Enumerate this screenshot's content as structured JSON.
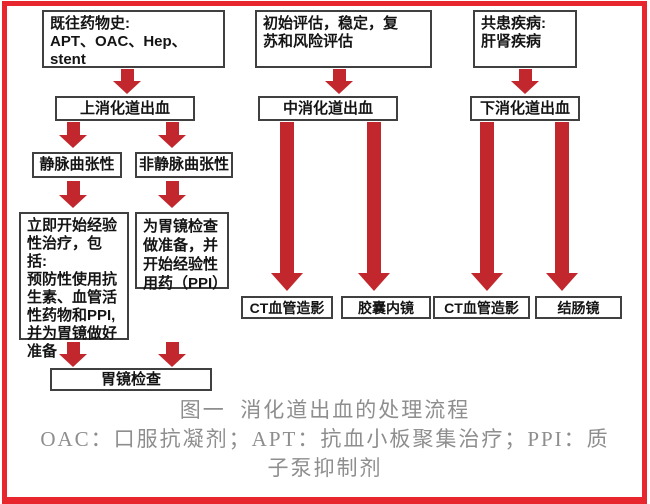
{
  "colors": {
    "arrow_red": "#c1272d",
    "frame_red": "#e8262d",
    "box_border": "#404040",
    "caption_gray": "#8e8e8e"
  },
  "nodes": {
    "history": "既往药物史:\nAPT、OAC、Hep、\nstent",
    "initial_assessment": "初始评估，稳定，复\n苏和风险评估",
    "comorbidity": "共患疾病:\n肝肾疾病",
    "upper_gi": "上消化道出血",
    "mid_gi": "中消化道出血",
    "lower_gi": "下消化道出血",
    "variceal": "静脉曲张性",
    "non_variceal": "非静脉曲张性",
    "empiric_treatment": "立即开始经验\n性治疗，包括:\n预防性使用抗\n生素、血管活\n性药物和PPI,\n并为胃镜做好\n准备",
    "prepare_endoscopy": "为胃镜检查\n做准备，并\n开始经验性\n用药（PPI）",
    "gastroscopy": "胃镜检查",
    "cta_mid": "CT血管造影",
    "capsule_endoscopy": "胶囊内镜",
    "cta_lower": "CT血管造影",
    "colonoscopy": "结肠镜"
  },
  "caption": {
    "title": "图一  消化道出血的处理流程",
    "legend_line1": "OAC：口服抗凝剂；APT：抗血小板聚集治疗；PPI：质",
    "legend_line2": "子泵抑制剂"
  }
}
